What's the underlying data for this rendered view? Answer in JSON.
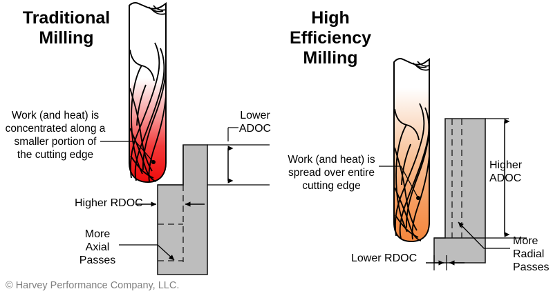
{
  "panels": {
    "left": {
      "title": "Traditional\nMilling",
      "callout": "Work (and heat) is\nconcentrated along a\nsmaller portion of\nthe cutting edge",
      "labels": {
        "adoc": "Lower\nADOC",
        "rdoc": "Higher RDOC",
        "passes": "More\nAxial\nPasses"
      },
      "heat_color_hot": "#ee0b0b",
      "heat_color_cool": "#ffffff"
    },
    "right": {
      "title": "High\nEfficiency\nMilling",
      "callout": "Work (and heat) is\nspread over entire\ncutting edge",
      "labels": {
        "adoc": "Higher\nADOC",
        "rdoc": "Lower RDOC",
        "passes": "More\nRadial\nPasses"
      },
      "heat_color_hot": "#f4863c",
      "heat_color_cool": "#ffffff"
    }
  },
  "workpiece": {
    "fill_color": "#bdbdbd",
    "stroke_color": "#1a1a1a"
  },
  "tool": {
    "stroke_color": "#000000",
    "body_color": "#ffffff"
  },
  "copyright": "© Harvey Performance Company, LLC.",
  "copyright_color": "#808080",
  "background_color": "#ffffff"
}
